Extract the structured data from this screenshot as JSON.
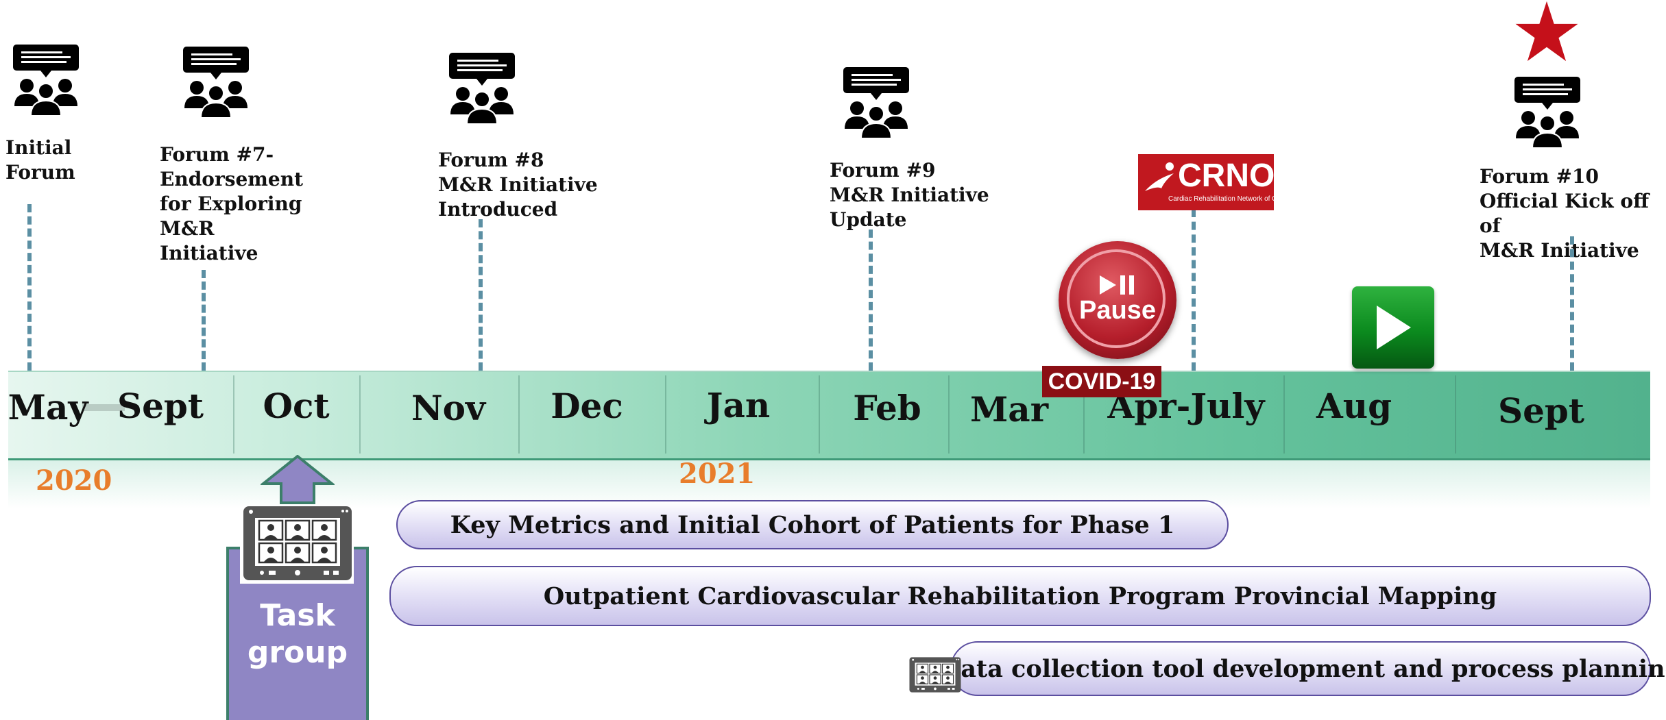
{
  "forums": [
    {
      "id": "initial",
      "lines": [
        "Initial",
        "Forum"
      ]
    },
    {
      "id": "forum7",
      "lines": [
        "Forum #7-",
        "Endorsement",
        "for Exploring",
        "M&R",
        "Initiative"
      ]
    },
    {
      "id": "forum8",
      "lines": [
        "Forum #8",
        "M&R Initiative",
        "Introduced"
      ]
    },
    {
      "id": "forum9",
      "lines": [
        "Forum #9",
        "M&R Initiative",
        "Update"
      ]
    },
    {
      "id": "forum10",
      "lines": [
        "Forum #10",
        "Official Kick off of",
        "M&R Initiative"
      ]
    }
  ],
  "months": [
    "May",
    "Sept",
    "Oct",
    "Nov",
    "Dec",
    "Jan",
    "Feb",
    "Mar",
    "Apr-July",
    "Aug",
    "Sept"
  ],
  "years": [
    "2020",
    "2021"
  ],
  "badges": {
    "crno_logo": "CRNO",
    "crno_tagline": "Cardiac Rehabilitation Network of Ontario",
    "pause_label": "Pause",
    "covid_label": "COVID-19"
  },
  "task_group": {
    "line1": "Task",
    "line2": "group"
  },
  "workstreams": [
    "Key Metrics and Initial Cohort of Patients for Phase 1",
    "Outpatient Cardiovascular Rehabilitation Program Provincial Mapping",
    "Data collection tool development and process planning"
  ],
  "colors": {
    "year": "#e87d2b",
    "bar_start": "#e6f6ef",
    "bar_end": "#52b28d",
    "task_group": "#8f86c4",
    "pill_border": "#5b4ea0",
    "covid": "#8b0f14",
    "crno": "#c1181f",
    "star": "#c5101a",
    "play": "#0b8a1e"
  },
  "icons": [
    "forum-meeting-icon",
    "star-icon",
    "pause-icon",
    "play-icon",
    "video-conference-icon",
    "up-arrow-icon"
  ]
}
